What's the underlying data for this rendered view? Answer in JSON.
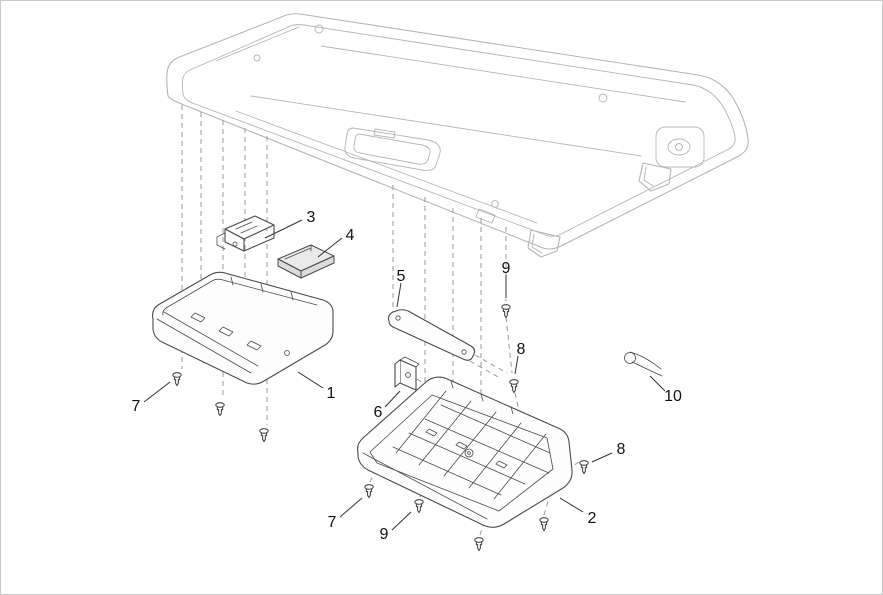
{
  "colors": {
    "background": "#ffffff",
    "border_color": "#c9c9c9",
    "panel_line": "#b5b5b5",
    "part_line": "#4a4a4a",
    "dash_line": "#9a9a9a",
    "leader_line": "#333333",
    "label_text": "#111111"
  },
  "figure": {
    "callouts": [
      {
        "label": "1"
      },
      {
        "label": "2"
      },
      {
        "label": "3"
      },
      {
        "label": "4"
      },
      {
        "label": "5"
      },
      {
        "label": "6"
      },
      {
        "label": "7"
      },
      {
        "label": "7"
      },
      {
        "label": "8"
      },
      {
        "label": "8"
      },
      {
        "label": "9"
      },
      {
        "label": "9"
      },
      {
        "label": "10"
      }
    ]
  }
}
